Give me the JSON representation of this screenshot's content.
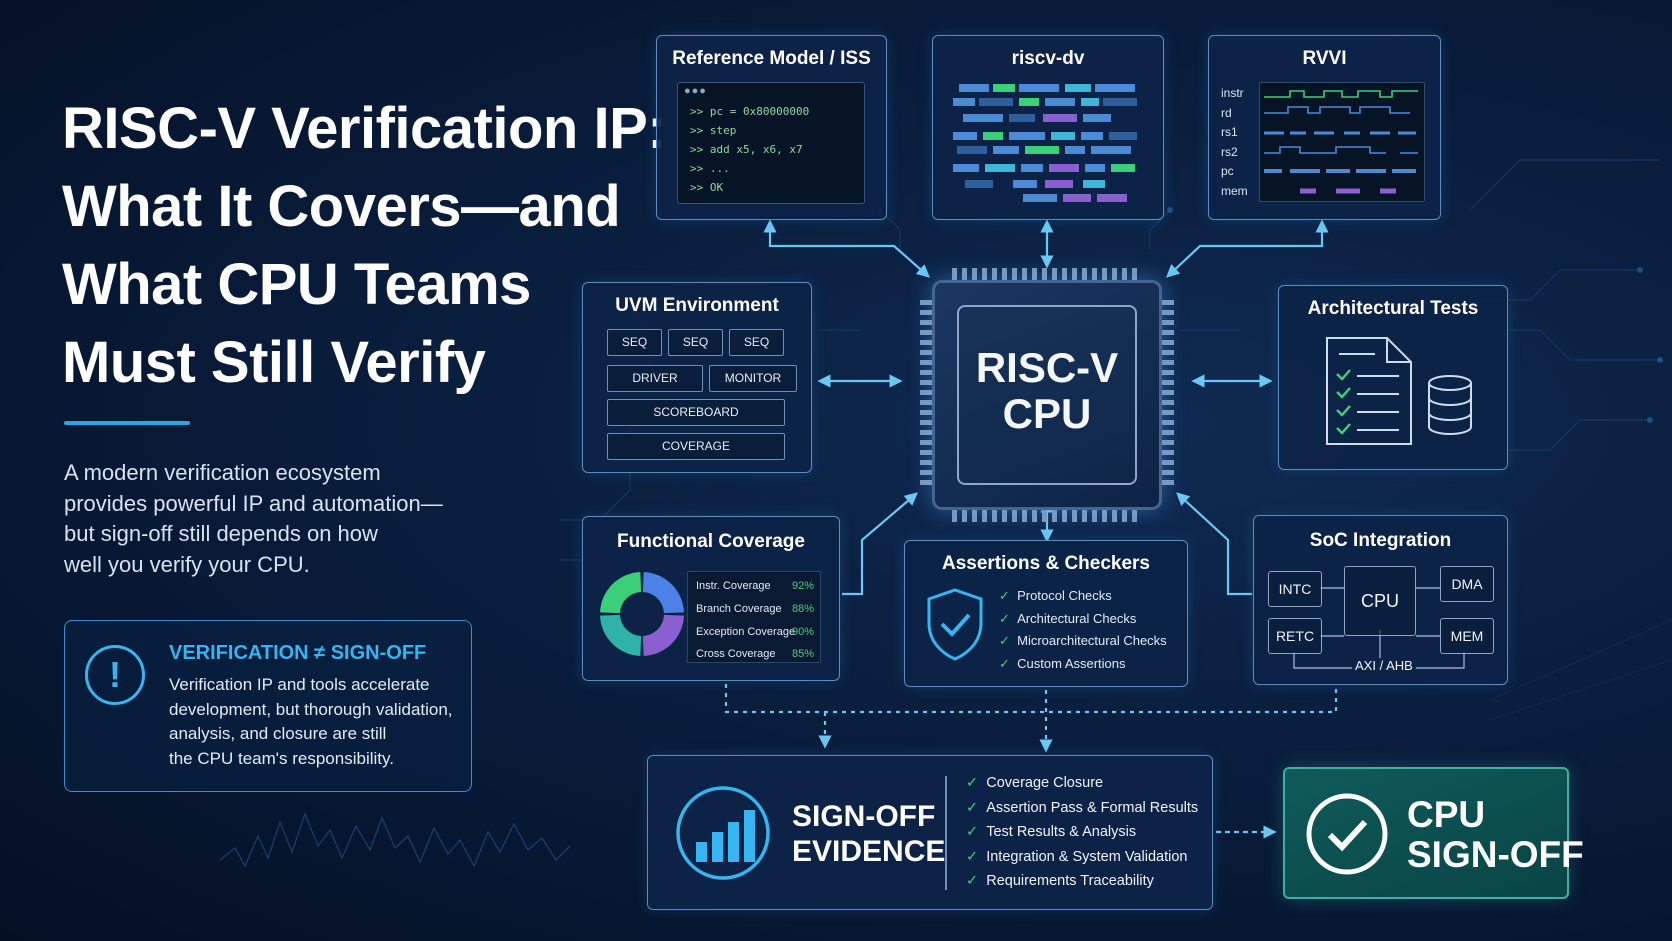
{
  "headline": [
    "RISC-V Verification IP:",
    "What It Covers—and",
    "What CPU Teams",
    "Must Still Verify"
  ],
  "intro": [
    "A modern verification ecosystem",
    "provides powerful IP and automation—",
    "but sign-off still depends on how",
    "well you verify your CPU."
  ],
  "callout": {
    "icon": "alert-icon",
    "title": "VERIFICATION ≠ SIGN-OFF",
    "body": [
      "Verification IP and tools accelerate",
      "development, but thorough validation,",
      "analysis, and closure are still",
      "the CPU team's responsibility."
    ]
  },
  "reference_model": {
    "title": "Reference Model / ISS",
    "dots": "●●●",
    "lines": [
      ">> pc = 0x80000000",
      ">> step",
      ">> add x5, x6, x7",
      ">> ...",
      ">> OK"
    ]
  },
  "riscv_dv": {
    "title": "riscv-dv"
  },
  "rvvi": {
    "title": "RVVI",
    "signals": [
      "instr",
      "rd",
      "rs1",
      "rs2",
      "pc",
      "mem"
    ]
  },
  "uvm": {
    "title": "UVM Environment",
    "seq": [
      "SEQ",
      "SEQ",
      "SEQ"
    ],
    "driver": "DRIVER",
    "monitor": "MONITOR",
    "scoreboard": "SCOREBOARD",
    "coverage": "COVERAGE"
  },
  "cpu": {
    "line1": "RISC-V",
    "line2": "CPU"
  },
  "arch_tests": {
    "title": "Architectural Tests",
    "icons": [
      "document-checklist-icon",
      "database-icon"
    ]
  },
  "functional_coverage": {
    "title": "Functional Coverage",
    "donut_colors": [
      "#4c82e8",
      "#8a5fd0",
      "#2fb3a8",
      "#3ccf7a"
    ],
    "rows": [
      {
        "label": "Instr. Coverage",
        "value": "92%"
      },
      {
        "label": "Branch Coverage",
        "value": "88%"
      },
      {
        "label": "Exception Coverage",
        "value": "90%"
      },
      {
        "label": "Cross Coverage",
        "value": "85%"
      }
    ]
  },
  "assertions": {
    "title": "Assertions & Checkers",
    "icon": "shield-check-icon",
    "items": [
      "Protocol Checks",
      "Architectural Checks",
      "Microarchitectural Checks",
      "Custom Assertions"
    ]
  },
  "soc": {
    "title": "SoC Integration",
    "intc": "INTC",
    "cpu": "CPU",
    "dma": "DMA",
    "rtc": "RETC",
    "mem": "MEM",
    "bus": "AXI / AHB"
  },
  "signoff": {
    "line1": "SIGN-OFF",
    "line2": "EVIDENCE",
    "icon": "bar-chart-icon",
    "items": [
      "Coverage Closure",
      "Assertion Pass & Formal Results",
      "Test Results & Analysis",
      "Integration & System Validation",
      "Requirements Traceability"
    ]
  },
  "cpu_signoff": {
    "line1": "CPU",
    "line2": "SIGN-OFF",
    "icon": "check-circle-icon"
  },
  "colors": {
    "accent": "#35b6f0",
    "check": "#3fd27a",
    "connector": "#6cc7f2",
    "teal": "#0f5b5a"
  }
}
